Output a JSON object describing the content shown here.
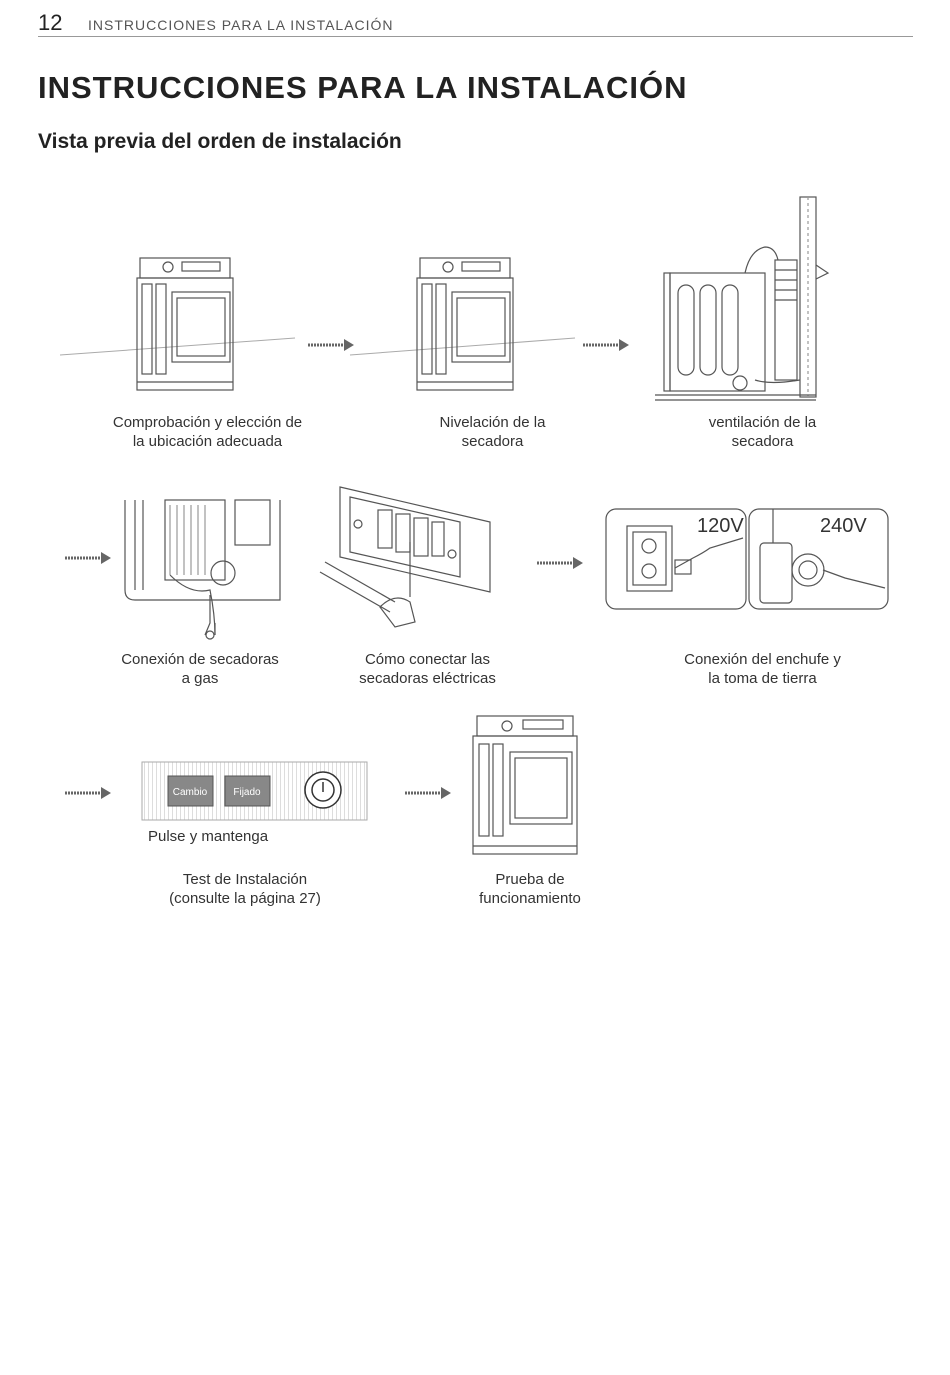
{
  "header": {
    "page_number": "12",
    "running_title": "INSTRUCCIONES PARA LA INSTALACIÓN"
  },
  "title": "INSTRUCCIONES PARA LA INSTALACIÓN",
  "subtitle": "Vista previa del orden de instalación",
  "steps": [
    {
      "caption": "Comprobación y elección de\nla ubicación adecuada"
    },
    {
      "caption": "Nivelación de la\nsecadora"
    },
    {
      "caption": "ventilación de la\nsecadora"
    },
    {
      "caption": "Conexión de secadoras\na gas"
    },
    {
      "caption": "Cómo conectar las\nsecadoras eléctricas"
    },
    {
      "caption": "Conexión del enchufe y\nla toma de tierra"
    },
    {
      "caption": "Test de Instalación\n(consulte la página 27)"
    },
    {
      "caption": "Prueba de\nfuncionamiento"
    }
  ],
  "voltages": {
    "left": "120V",
    "right": "240V"
  },
  "panel": {
    "button1": "Cambio",
    "button2": "Fijado",
    "press_hold": "Pulse y mantenga"
  }
}
